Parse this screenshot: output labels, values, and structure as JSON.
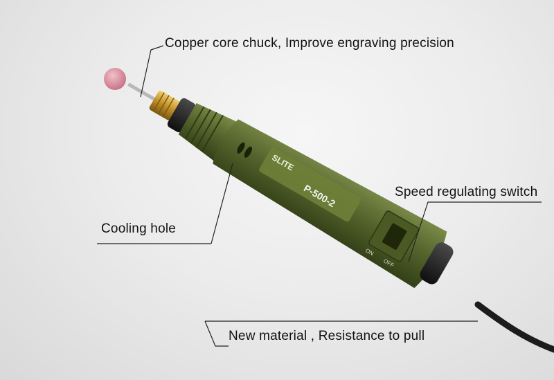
{
  "callouts": {
    "chuck": "Copper core chuck, Improve engraving precision",
    "cooling": "Cooling hole",
    "switch": "Speed regulating switch",
    "cable": "New material , Resistance to pull"
  },
  "product": {
    "brand": "SLITE",
    "model": "P-500-2",
    "switch_on": "ON",
    "switch_off": "OFF"
  },
  "colors": {
    "body_green": "#56662e",
    "chuck_brass": "#c9992f",
    "grinding_stone": "#d98f9e",
    "cable": "#1c1c1c"
  }
}
